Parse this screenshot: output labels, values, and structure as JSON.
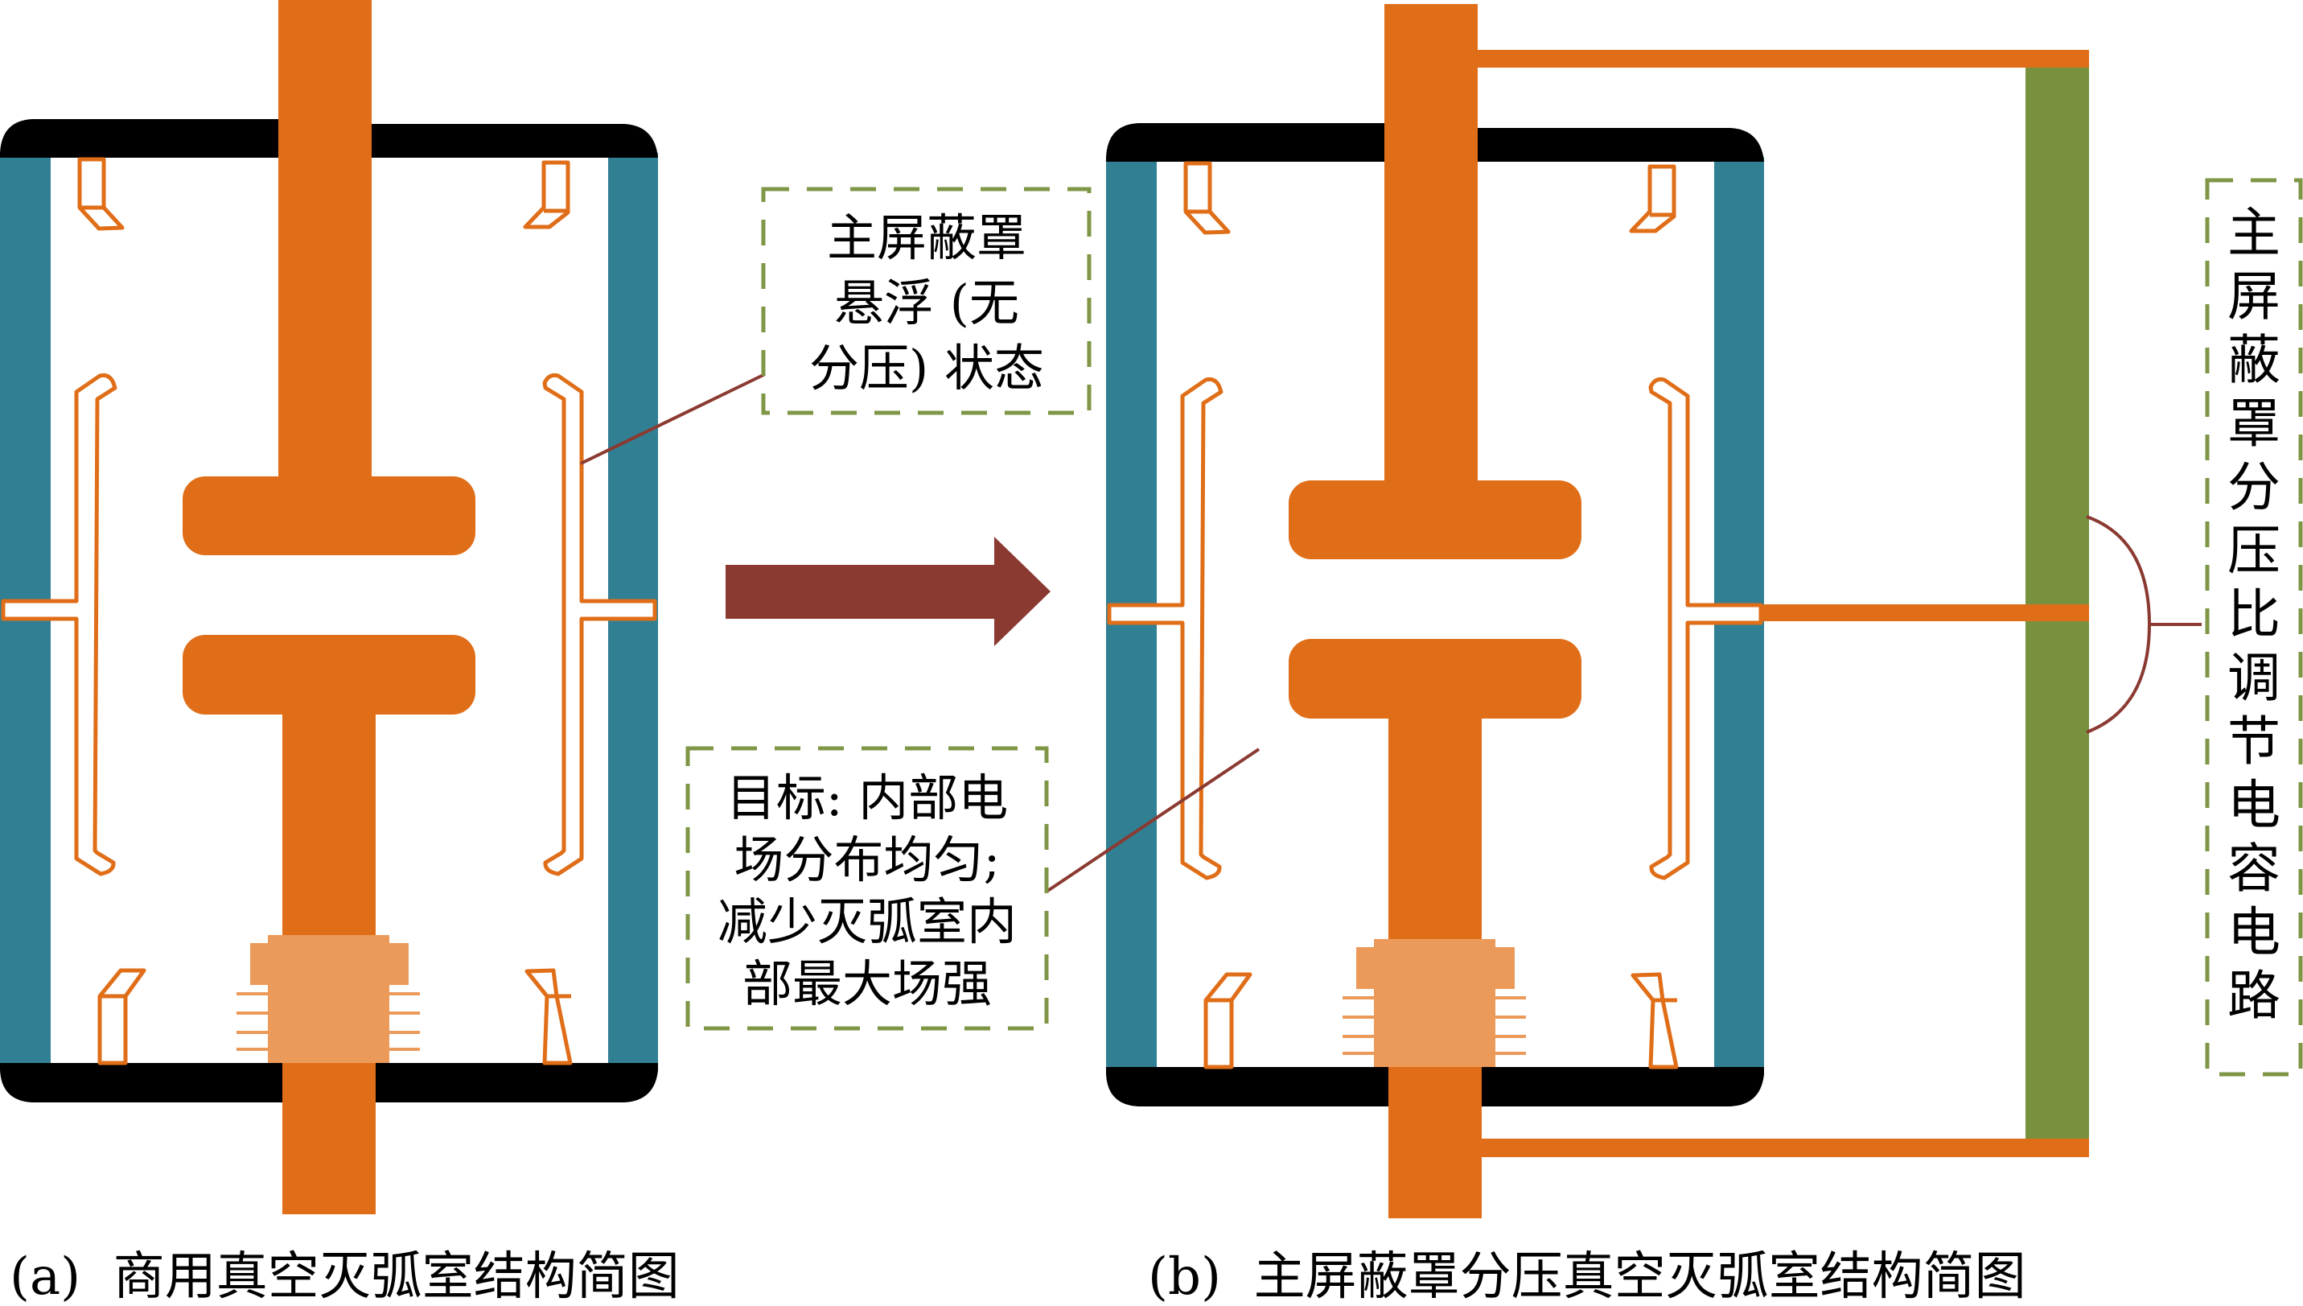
{
  "colors": {
    "electrode": "#E06E18",
    "bellows": "#EC9A5A",
    "insulator": "#307F92",
    "end_cap": "#000000",
    "capacitor": "#78913F",
    "arrow": "#8B3A31",
    "leader": "#8B3A31",
    "callout_border": "#7E9645",
    "shield_stroke": "#E06E18"
  },
  "panels": [
    {
      "id": "a",
      "caption": "(a)  商用真空灭弧室结构简图",
      "has_capacitor_circuit": false
    },
    {
      "id": "b",
      "caption": "(b)  主屏蔽罩分压真空灭弧室结构简图",
      "has_capacitor_circuit": true
    }
  ],
  "callouts": {
    "floating_shield": {
      "lines": [
        "主屏蔽罩",
        "悬浮 (无",
        "分压) 状态"
      ]
    },
    "goal": {
      "lines": [
        "目标: 内部电",
        "场分布均匀;",
        "减少灭弧室内",
        "部最大场强"
      ]
    },
    "capacitor_circuit": {
      "vertical_text": [
        "主",
        "屏",
        "蔽",
        "罩",
        "分",
        "压",
        "比",
        "调",
        "节",
        "电",
        "容",
        "电",
        "路"
      ]
    }
  },
  "transition_arrow": {
    "icon": "right-arrow-icon",
    "direction": "right"
  }
}
